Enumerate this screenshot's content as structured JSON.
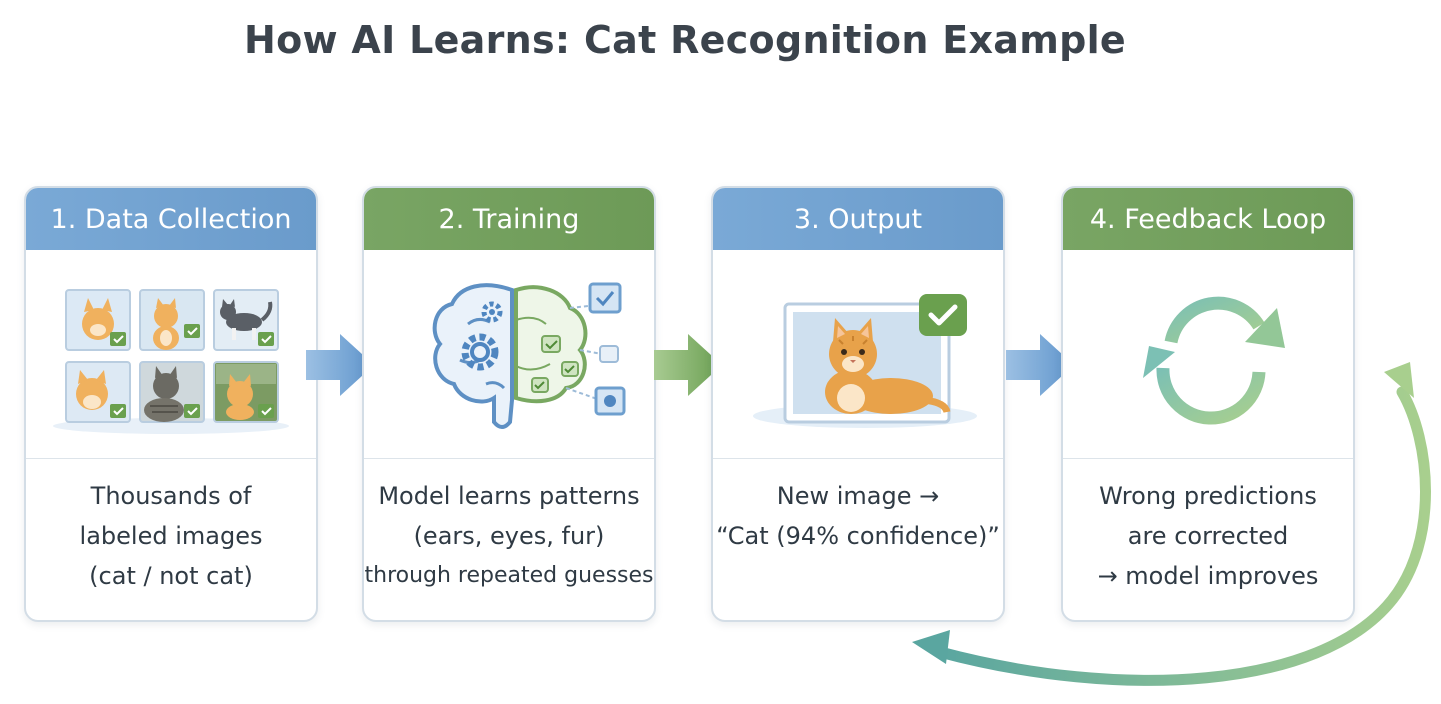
{
  "title": "How AI Learns: Cat Recognition Example",
  "colors": {
    "blue_header": "#6f9fcf",
    "green_header": "#73a05d",
    "arrow_blue": "#6a9fd3",
    "arrow_green": "#78a861",
    "cat_orange": "#e8a24a",
    "check_green": "#6aa04e"
  },
  "steps": [
    {
      "header": "1. Data Collection",
      "icon": "photo-grid-icon",
      "lines": [
        "Thousands of",
        "labeled images",
        "(cat / not cat)"
      ]
    },
    {
      "header": "2. Training",
      "icon": "brain-gear-icon",
      "lines": [
        "Model learns patterns",
        "(ears, eyes, fur)",
        "through repeated guesses"
      ]
    },
    {
      "header": "3. Output",
      "icon": "cat-prediction-icon",
      "lines": [
        "New image →",
        "“Cat (94% confidence)”"
      ]
    },
    {
      "header": "4. Feedback Loop",
      "icon": "refresh-cycle-icon",
      "lines": [
        "Wrong predictions",
        "are corrected",
        "→ model improves"
      ]
    }
  ]
}
